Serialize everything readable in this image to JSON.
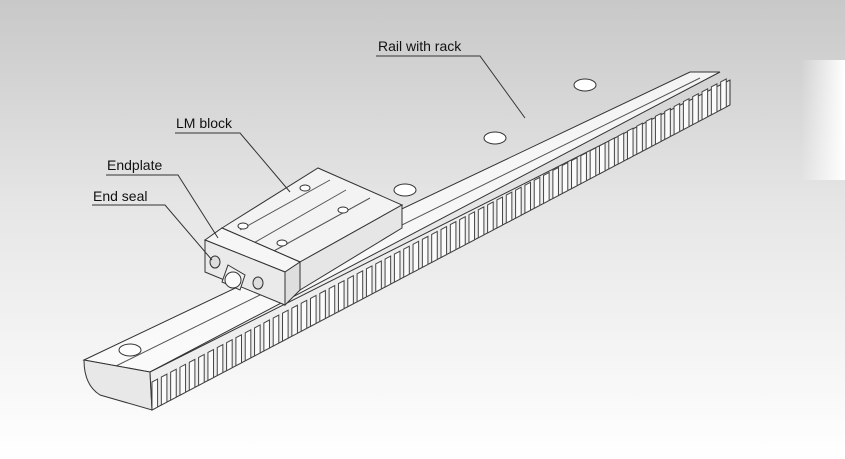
{
  "labels": {
    "rail": "Rail with rack",
    "block": "LM block",
    "endplate": "Endplate",
    "seal": "End seal"
  }
}
